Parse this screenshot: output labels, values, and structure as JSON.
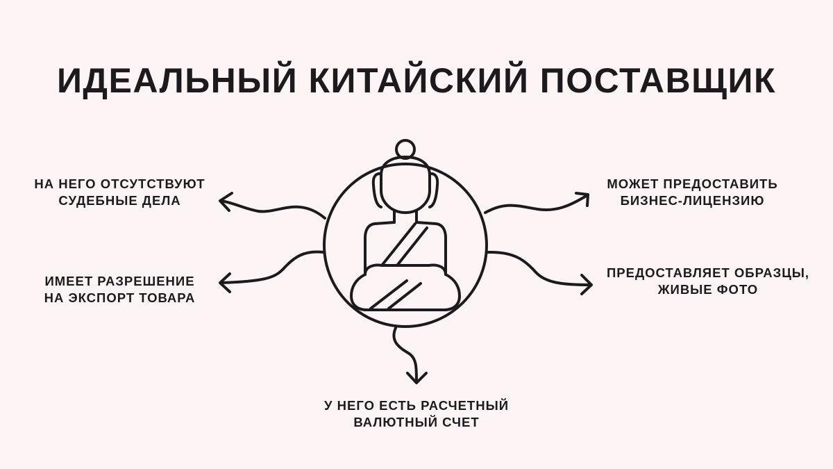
{
  "title": "ИДЕАЛЬНЫЙ КИТАЙСКИЙ ПОСТАВЩИК",
  "labels": {
    "top_left": [
      "НА НЕГО ОТСУТСТВУЮТ",
      "СУДЕБНЫЕ ДЕЛА"
    ],
    "mid_left": [
      "ИМЕЕТ РАЗРЕШЕНИЕ",
      "НА ЭКСПОРТ ТОВАРА"
    ],
    "top_right": [
      "МОЖЕТ ПРЕДОСТАВИТЬ",
      "БИЗНЕС-ЛИЦЕНЗИЮ"
    ],
    "mid_right": [
      "ПРЕДОСТАВЛЯЕТ ОБРАЗЦЫ,",
      "ЖИВЫЕ ФОТО"
    ],
    "bottom": [
      "У НЕГО ЕСТЬ РАСЧЕТНЫЙ",
      "ВАЛЮТНЫЙ СЧЕТ"
    ]
  },
  "center_icon": "meditating-buddha-icon",
  "colors": {
    "background": "#fdf4f5",
    "ink": "#1c1a1d"
  }
}
